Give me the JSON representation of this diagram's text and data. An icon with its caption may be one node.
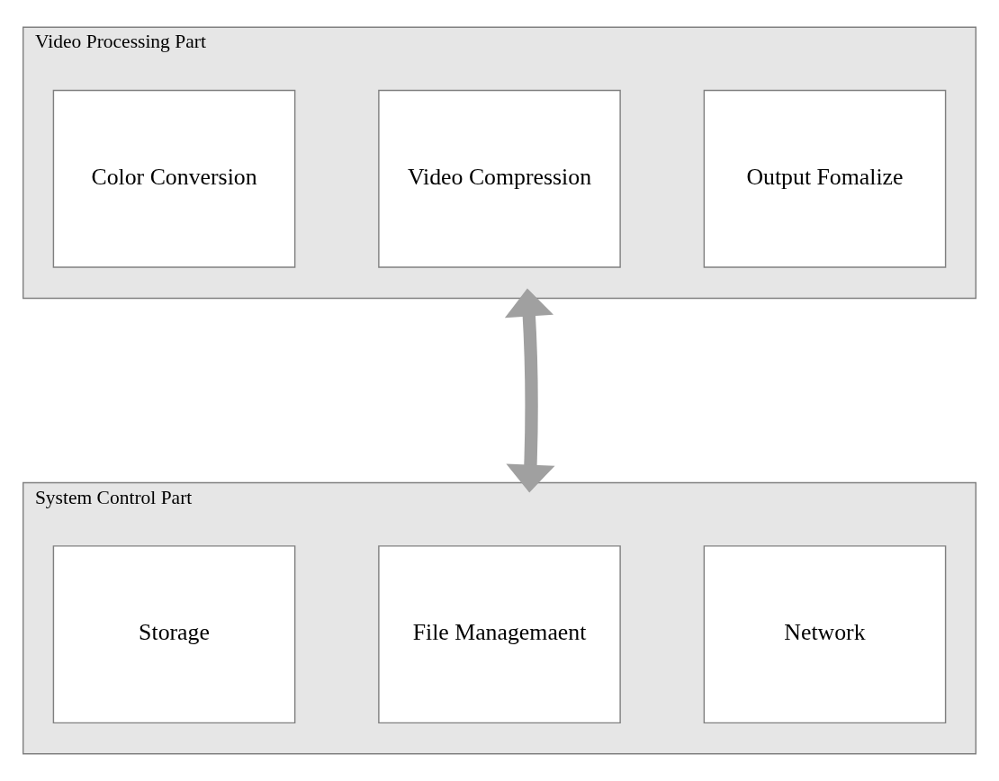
{
  "diagram": {
    "nodes": [
      {
        "text": [
          "Video Processing Part"
        ]
      },
      {
        "text": [
          "Color Conversion"
        ],
        "in": 0
      },
      {
        "text": [
          "Video Compression"
        ],
        "in": 0
      },
      {
        "text": [
          "Output Fomalize"
        ],
        "in": 0
      },
      {
        "text": [
          "System Control Part"
        ]
      },
      {
        "text": [
          "Storage"
        ],
        "in": 4
      },
      {
        "text": [
          "File Managemaent"
        ],
        "in": 4
      },
      {
        "text": [
          "Network"
        ],
        "in": 4
      }
    ],
    "edges": [
      {
        "from": 0,
        "to": 4,
        "arrow": "both"
      }
    ]
  }
}
